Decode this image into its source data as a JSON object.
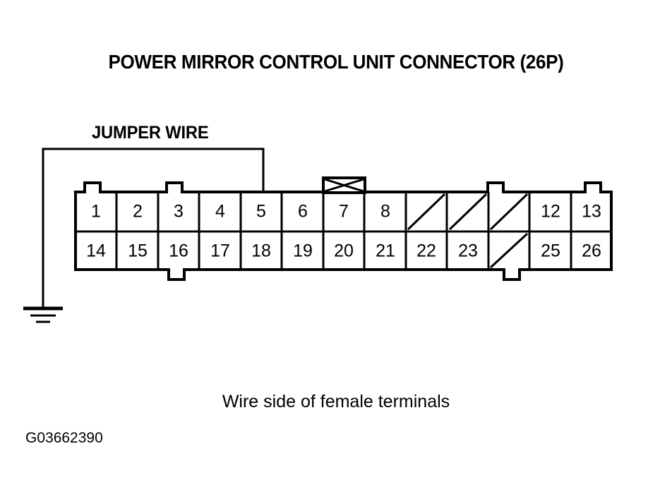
{
  "title": "POWER MIRROR CONTROL UNIT CONNECTOR (26P)",
  "jumper_label": "JUMPER WIRE",
  "caption": "Wire side of female terminals",
  "image_id": "G03662390",
  "colors": {
    "line": "#000000",
    "background": "#ffffff"
  },
  "connector": {
    "type": "26P",
    "columns": 13,
    "rows": 2,
    "top_row": [
      "1",
      "2",
      "3",
      "4",
      "5",
      "6",
      "7",
      "8",
      "",
      "",
      "",
      "12",
      "13"
    ],
    "bottom_row": [
      "14",
      "15",
      "16",
      "17",
      "18",
      "19",
      "20",
      "21",
      "22",
      "23",
      "",
      "25",
      "26"
    ],
    "blank_top_columns": [
      9,
      10,
      11
    ],
    "blank_bottom_columns": [
      11
    ],
    "top_tab_columns": [
      1,
      3,
      12,
      13
    ],
    "bottom_tab_columns": [
      3,
      11
    ],
    "keyed_tab_column": 7
  },
  "jumper_wire": {
    "connects_from": "ground",
    "connects_to_pin": "5",
    "ground_symbol": "earth-ground"
  }
}
